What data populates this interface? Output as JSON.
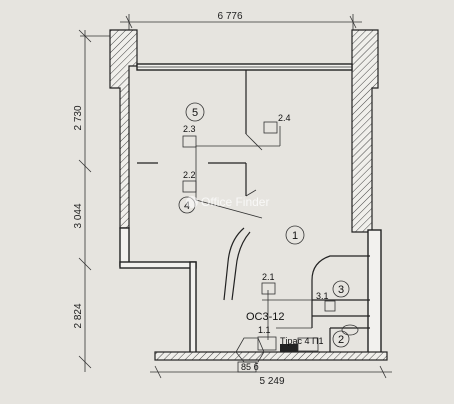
{
  "dimensions": {
    "top": "6 776",
    "bottom": "5 249",
    "left_upper": "2 730",
    "left_middle": "3 044",
    "left_lower": "2 824"
  },
  "rooms": {
    "r1": "1",
    "r2": "2",
    "r3": "3",
    "r4": "4",
    "r5": "5"
  },
  "labels": {
    "l_2_4": "2.4",
    "l_2_3": "2.3",
    "l_2_2": "2.2",
    "l_2_1": "2.1",
    "l_3_1": "3.1",
    "l_1_1": "1.1",
    "oc": "ОС3-12",
    "riser": "Тірас 4 П1",
    "plate": "85 б"
  },
  "watermark": "Office Finder"
}
